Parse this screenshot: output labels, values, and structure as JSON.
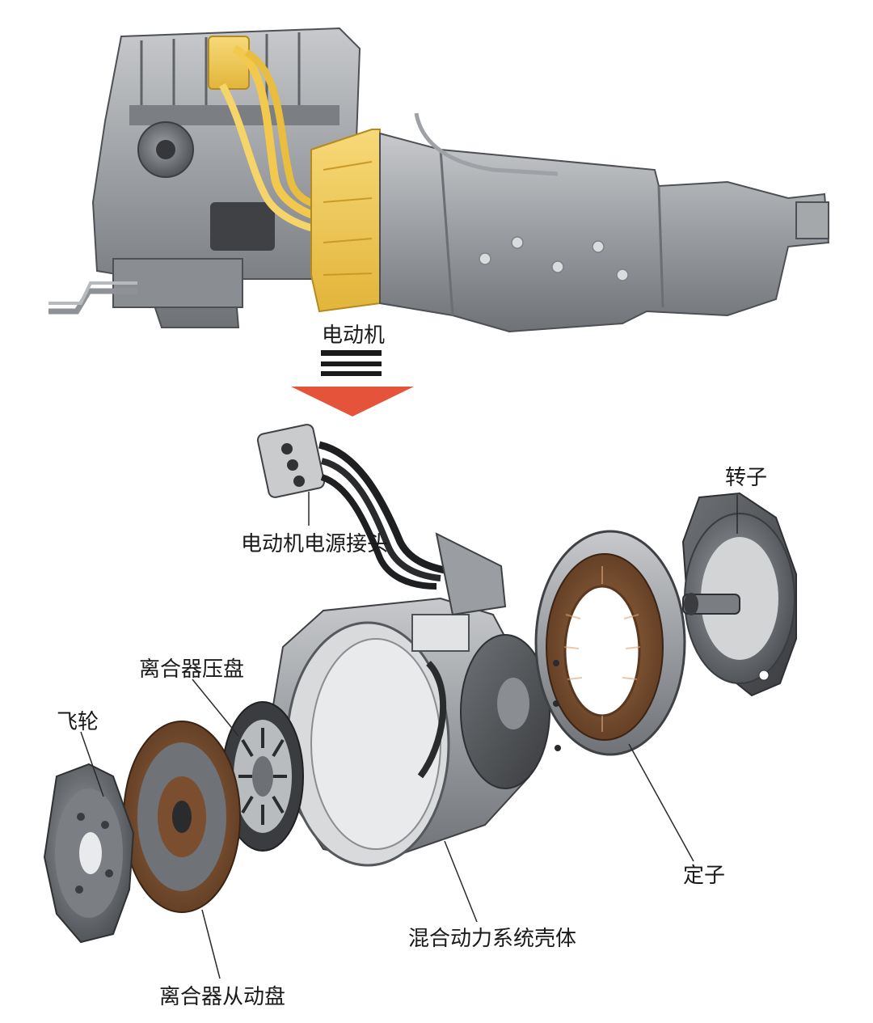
{
  "labels": {
    "motor": "电动机",
    "power_connector": "电动机电源接头",
    "rotor": "转子",
    "clutch_pressure_plate": "离合器压盘",
    "flywheel": "飞轮",
    "stator": "定子",
    "hybrid_housing": "混合动力系统壳体",
    "clutch_driven_plate": "离合器从动盘"
  },
  "colors": {
    "highlight_yellow": "#f2c94c",
    "arrow_red": "#e5533a",
    "metal_grey": "#8c8f93",
    "copper_winding": "#7a4e2e"
  }
}
